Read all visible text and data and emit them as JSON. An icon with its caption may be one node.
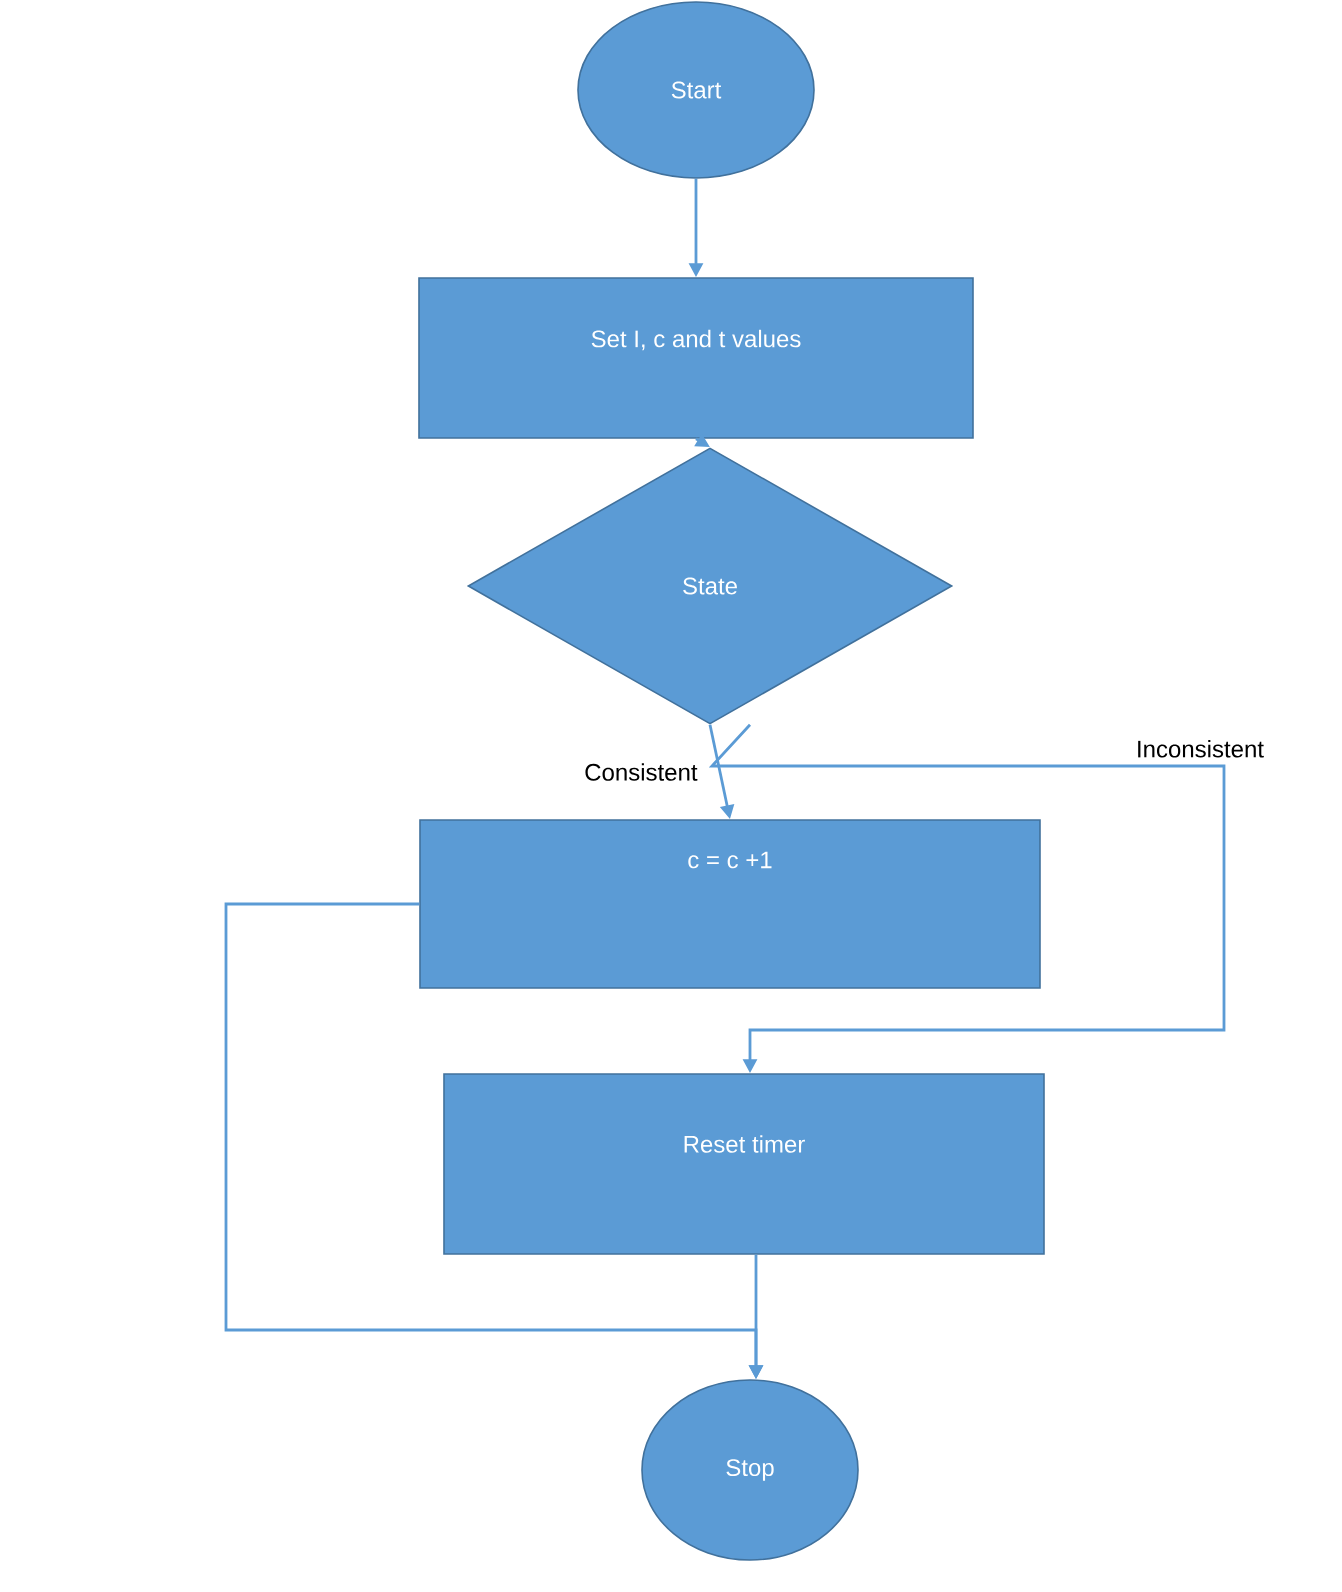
{
  "diagram": {
    "nodes": [
      {
        "text": [
          "Start"
        ]
      },
      {
        "text": [
          "Set I, c and t values"
        ]
      },
      {
        "text": [
          "State"
        ]
      },
      {
        "text": [
          "c = c +1"
        ]
      },
      {
        "text": [
          "Reset timer"
        ]
      },
      {
        "text": [
          "Stop"
        ]
      }
    ],
    "edges": [
      {
        "from": 0,
        "to": 1,
        "arrow": "to"
      },
      {
        "from": 1,
        "to": 2,
        "arrow": "to"
      },
      {
        "from": 2,
        "to": 3,
        "arrow": "to",
        "label": "Consistent"
      },
      {
        "from": 2,
        "to": 4,
        "arrow": "to",
        "label": "Inconsistent"
      },
      {
        "from": 3,
        "to": 5,
        "arrow": "to"
      },
      {
        "from": 4,
        "to": 5,
        "arrow": "to"
      }
    ]
  }
}
